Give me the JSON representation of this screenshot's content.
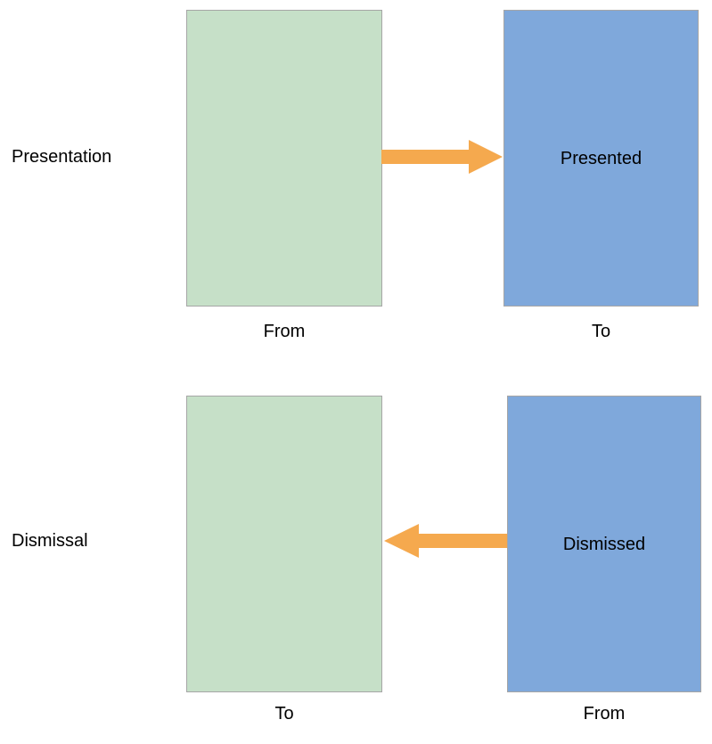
{
  "colors": {
    "background": "#ffffff",
    "box_green_fill": "#c6e0c8",
    "box_blue_fill": "#7fa8db",
    "box_border": "#a6a6a6",
    "arrow": "#f5a94e",
    "text": "#000000"
  },
  "diagram": {
    "type": "transition-diagram",
    "rows": [
      {
        "id": "presentation",
        "row_label": "Presentation",
        "source": {
          "label": "",
          "axis_label": "From",
          "color": "#c6e0c8",
          "role": "from"
        },
        "arrow": {
          "direction": "right",
          "icon": "arrow-right-icon",
          "color": "#f5a94e"
        },
        "target": {
          "label": "Presented",
          "axis_label": "To",
          "color": "#7fa8db",
          "role": "to"
        }
      },
      {
        "id": "dismissal",
        "row_label": "Dismissal",
        "source": {
          "label": "",
          "axis_label": "To",
          "color": "#c6e0c8",
          "role": "to"
        },
        "arrow": {
          "direction": "left",
          "icon": "arrow-left-icon",
          "color": "#f5a94e"
        },
        "target": {
          "label": "Dismissed",
          "axis_label": "From",
          "color": "#7fa8db",
          "role": "from"
        }
      }
    ]
  }
}
